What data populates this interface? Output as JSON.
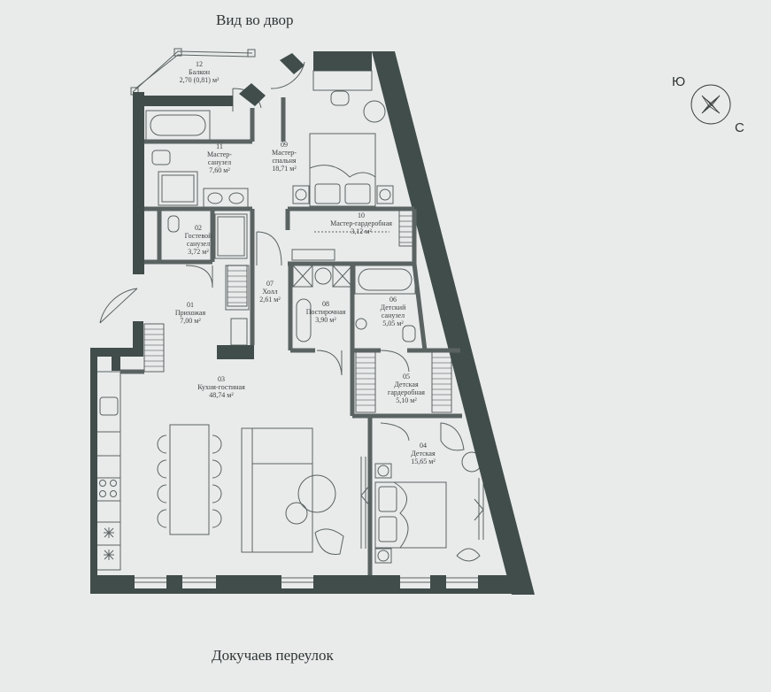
{
  "header": {
    "view_label": "Вид во двор"
  },
  "footer": {
    "street_label": "Докучаев переулок"
  },
  "compass": {
    "south": "Ю",
    "north": "С"
  },
  "colors": {
    "wall": "#414d4a",
    "line": "#5a6361",
    "background": "#e9ebeb"
  },
  "rooms": [
    {
      "id": "01",
      "name": "Прихожая",
      "area": "7,00 м²"
    },
    {
      "id": "02",
      "name": "Гостевой санузел",
      "name_lines": [
        "Гостевой",
        "санузел"
      ],
      "area": "3,72 м²"
    },
    {
      "id": "03",
      "name": "Кухня-гостиная",
      "area": "48,74 м²"
    },
    {
      "id": "04",
      "name": "Детская",
      "area": "15,65 м²"
    },
    {
      "id": "05",
      "name": "Детская гардеробная",
      "name_lines": [
        "Детская",
        "гардеробная"
      ],
      "area": "5,10 м²"
    },
    {
      "id": "06",
      "name": "Детский санузел",
      "name_lines": [
        "Детский",
        "санузел"
      ],
      "area": "5,05 м²"
    },
    {
      "id": "07",
      "name": "Холл",
      "area": "2,61 м²"
    },
    {
      "id": "08",
      "name": "Постирочная",
      "area": "3,90 м²"
    },
    {
      "id": "09",
      "name": "Мастер-спальня",
      "name_lines": [
        "Мастер-",
        "спальня"
      ],
      "area": "18,71 м²"
    },
    {
      "id": "10",
      "name": "Мастер-гардеробная",
      "area": "3,12 м²"
    },
    {
      "id": "11",
      "name": "Мастер-санузел",
      "name_lines": [
        "Мастер-",
        "санузел"
      ],
      "area": "7,60 м²"
    },
    {
      "id": "12",
      "name": "Балкон",
      "area": "2,70 (0,81) м²"
    }
  ]
}
